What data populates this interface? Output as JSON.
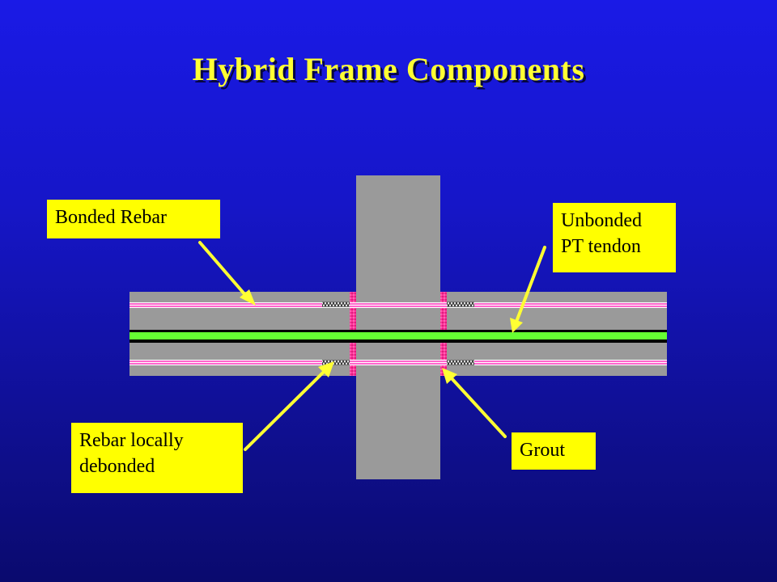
{
  "title": "Hybrid Frame Components",
  "labels": {
    "bonded_rebar": "Bonded Rebar",
    "unbonded_line1": "Unbonded",
    "unbonded_line2": "PT tendon",
    "debonded_line1": "Rebar locally",
    "debonded_line2": "debonded",
    "grout": "Grout"
  },
  "colors": {
    "background_top": "#1a1ae6",
    "background_bottom": "#0a0a6e",
    "title": "#ffff33",
    "concrete": "#9a9a9a",
    "rebar": "#ff66cc",
    "pt_tendon": "#66ff33",
    "grout": "#ff3399",
    "label_box": "#ffff00",
    "arrow": "#ffff33"
  }
}
